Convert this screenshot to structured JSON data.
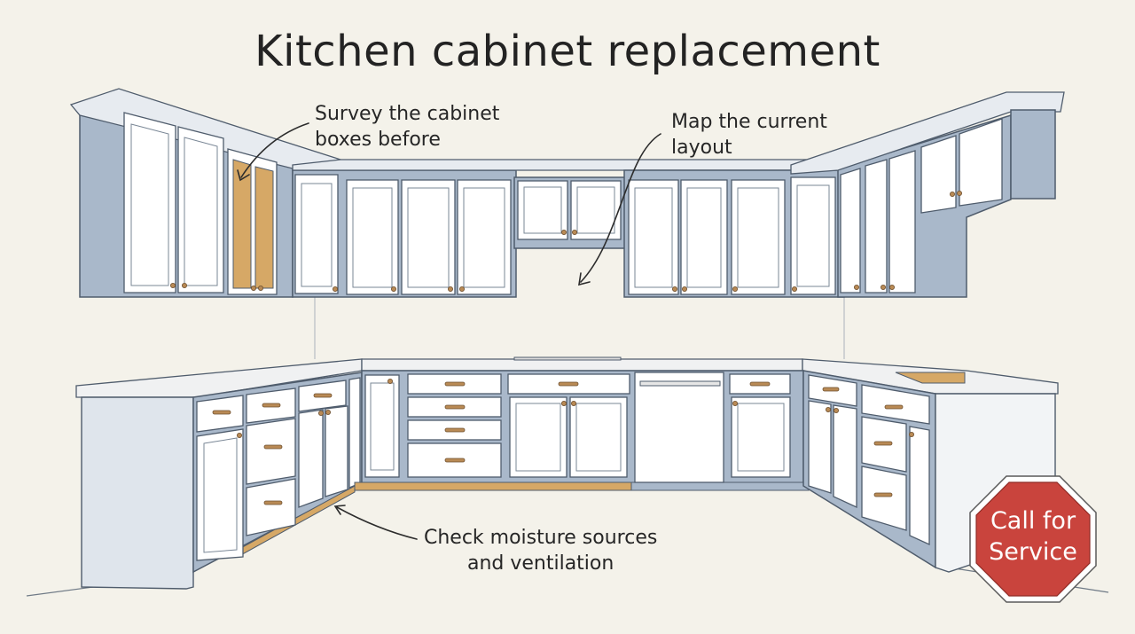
{
  "title": "Kitchen cabinet replacement",
  "annotations": {
    "survey": {
      "line1": "Survey the cabinet",
      "line2": "boxes before"
    },
    "map": {
      "line1": "Map the current",
      "line2": "layout"
    },
    "moisture": {
      "line1": "Check moisture sources",
      "line2": "and ventilation"
    }
  },
  "sign": {
    "line1": "Call for",
    "line2": "Service"
  },
  "colors": {
    "background": "#f4f2ea",
    "cabinet_face": "#ffffff",
    "cabinet_frame": "#9fb0c4",
    "cabinet_side": "#dfe5ec",
    "outline": "#4f5c6c",
    "highlight_wood": "#d6a866",
    "handle": "#b98a55",
    "sign_red": "#c9443d"
  }
}
